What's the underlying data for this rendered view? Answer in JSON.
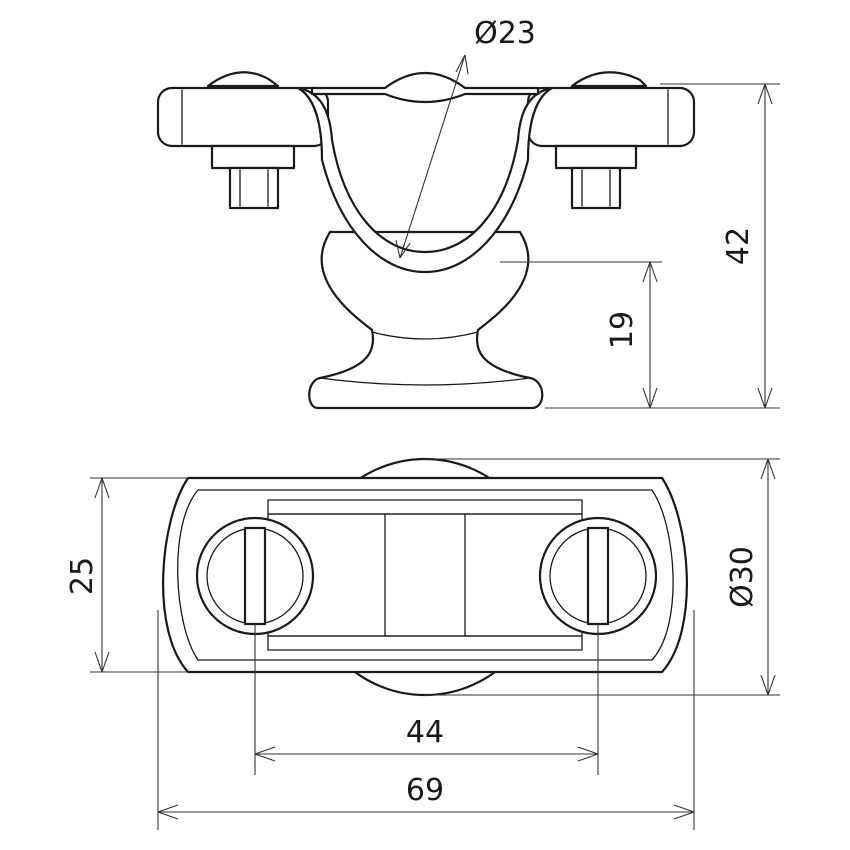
{
  "dimensions": {
    "pipe_diameter": "Ø23",
    "total_height": "42",
    "base_to_pipe_height": "19",
    "inner_width": "25",
    "disc_diameter": "Ø30",
    "screw_spacing": "44",
    "total_length": "69"
  },
  "colors": {
    "line": "#1a1a1a",
    "background": "#ffffff"
  }
}
